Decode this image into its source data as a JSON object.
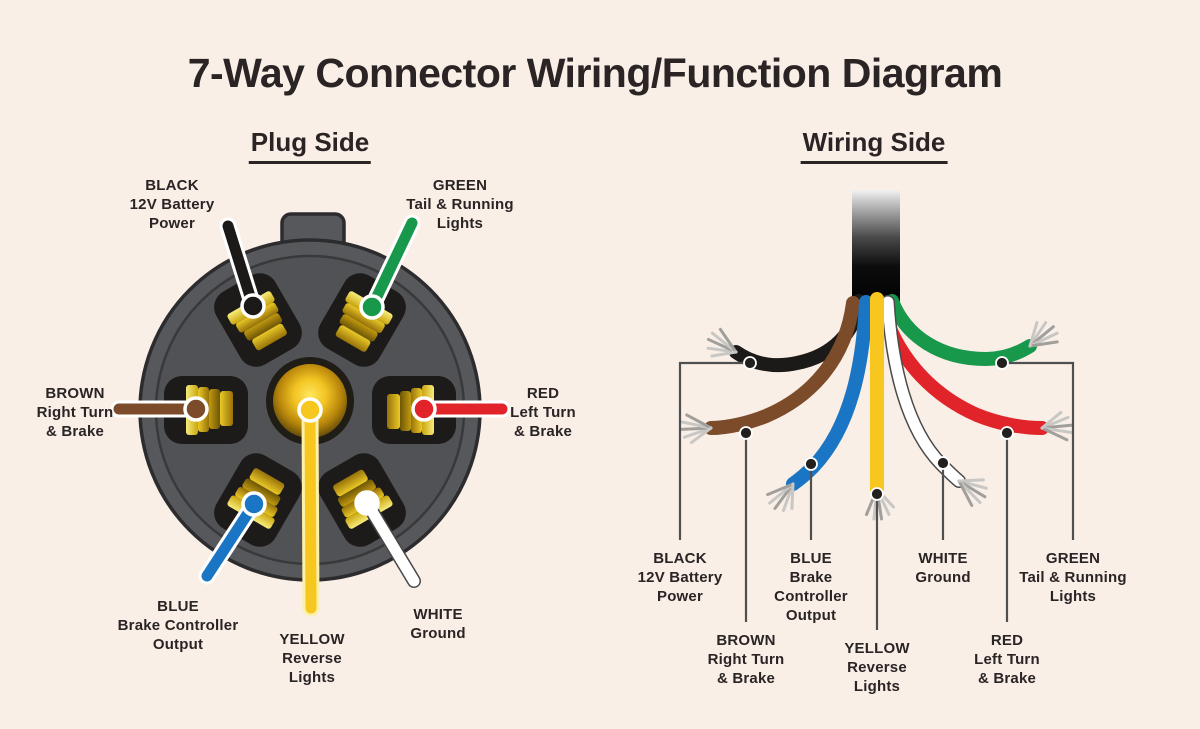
{
  "title": "7-Way Connector Wiring/Function Diagram",
  "plug_side": {
    "heading": "Plug Side",
    "labels": {
      "black": "BLACK\n12V Battery\nPower",
      "green": "GREEN\nTail & Running\nLights",
      "brown": "BROWN\nRight Turn\n& Brake",
      "red": "RED\nLeft Turn\n& Brake",
      "blue": "BLUE\nBrake Controller\nOutput",
      "yellow": "YELLOW\nReverse\nLights",
      "white": "WHITE\nGround"
    }
  },
  "wiring_side": {
    "heading": "Wiring Side",
    "labels": {
      "black": "BLACK\n12V Battery\nPower",
      "brown": "BROWN\nRight Turn\n& Brake",
      "blue": "BLUE\nBrake\nController\nOutput",
      "yellow": "YELLOW\nReverse\nLights",
      "white": "WHITE\nGround",
      "red": "RED\nLeft Turn\n& Brake",
      "green": "GREEN\nTail & Running\nLights"
    }
  },
  "colors": {
    "background": "#f9efe7",
    "text": "#2a2425",
    "black": "#1c1a19",
    "green": "#17984b",
    "brown": "#7c4b2a",
    "red": "#e12429",
    "blue": "#1a76c5",
    "white": "#ffffff",
    "yellow": "#f7c71f",
    "plug_body": "#57585b",
    "plug_inner": "#515256",
    "slot": "#1d1b19",
    "leader": "#4f4f4f"
  }
}
